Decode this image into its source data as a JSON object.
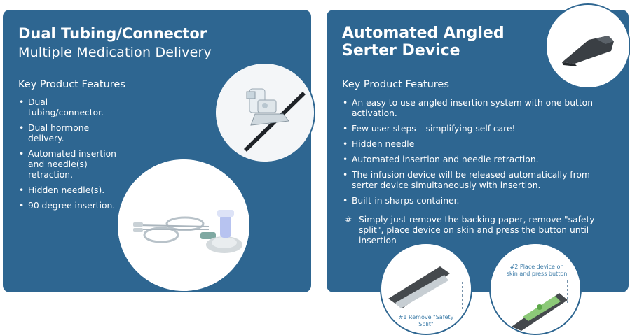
{
  "left": {
    "title": "Dual Tubing/Connector",
    "subtitle": "Multiple Medication Delivery",
    "section": "Key Product Features",
    "features": [
      "Dual tubing/connector.",
      "Dual hormone delivery.",
      "Automated insertion and needle(s) retraction.",
      "Hidden needle(s).",
      "90 degree insertion."
    ]
  },
  "right": {
    "title_line1": "Automated Angled",
    "title_line2": "Serter Device",
    "section": "Key Product Features",
    "features": [
      "An easy to use angled insertion system with one button activation.",
      "Few user steps – simplifying self-care!",
      "Hidden needle",
      "Automated insertion and needle retraction.",
      "The infusion device will be released automatically from serter device simultaneously with insertion.",
      "Built-in sharps container."
    ],
    "note_symbol": "#",
    "note": "Simply just remove the backing paper, remove \"safety split\", place device on skin and press the button until insertion",
    "step1": "#1 Remove \"Safety Split\"",
    "step2": "#2 Place device on skin and press button"
  },
  "colors": {
    "panel": "#2e6691",
    "text": "#ffffff",
    "caption": "#3d7ca8"
  }
}
